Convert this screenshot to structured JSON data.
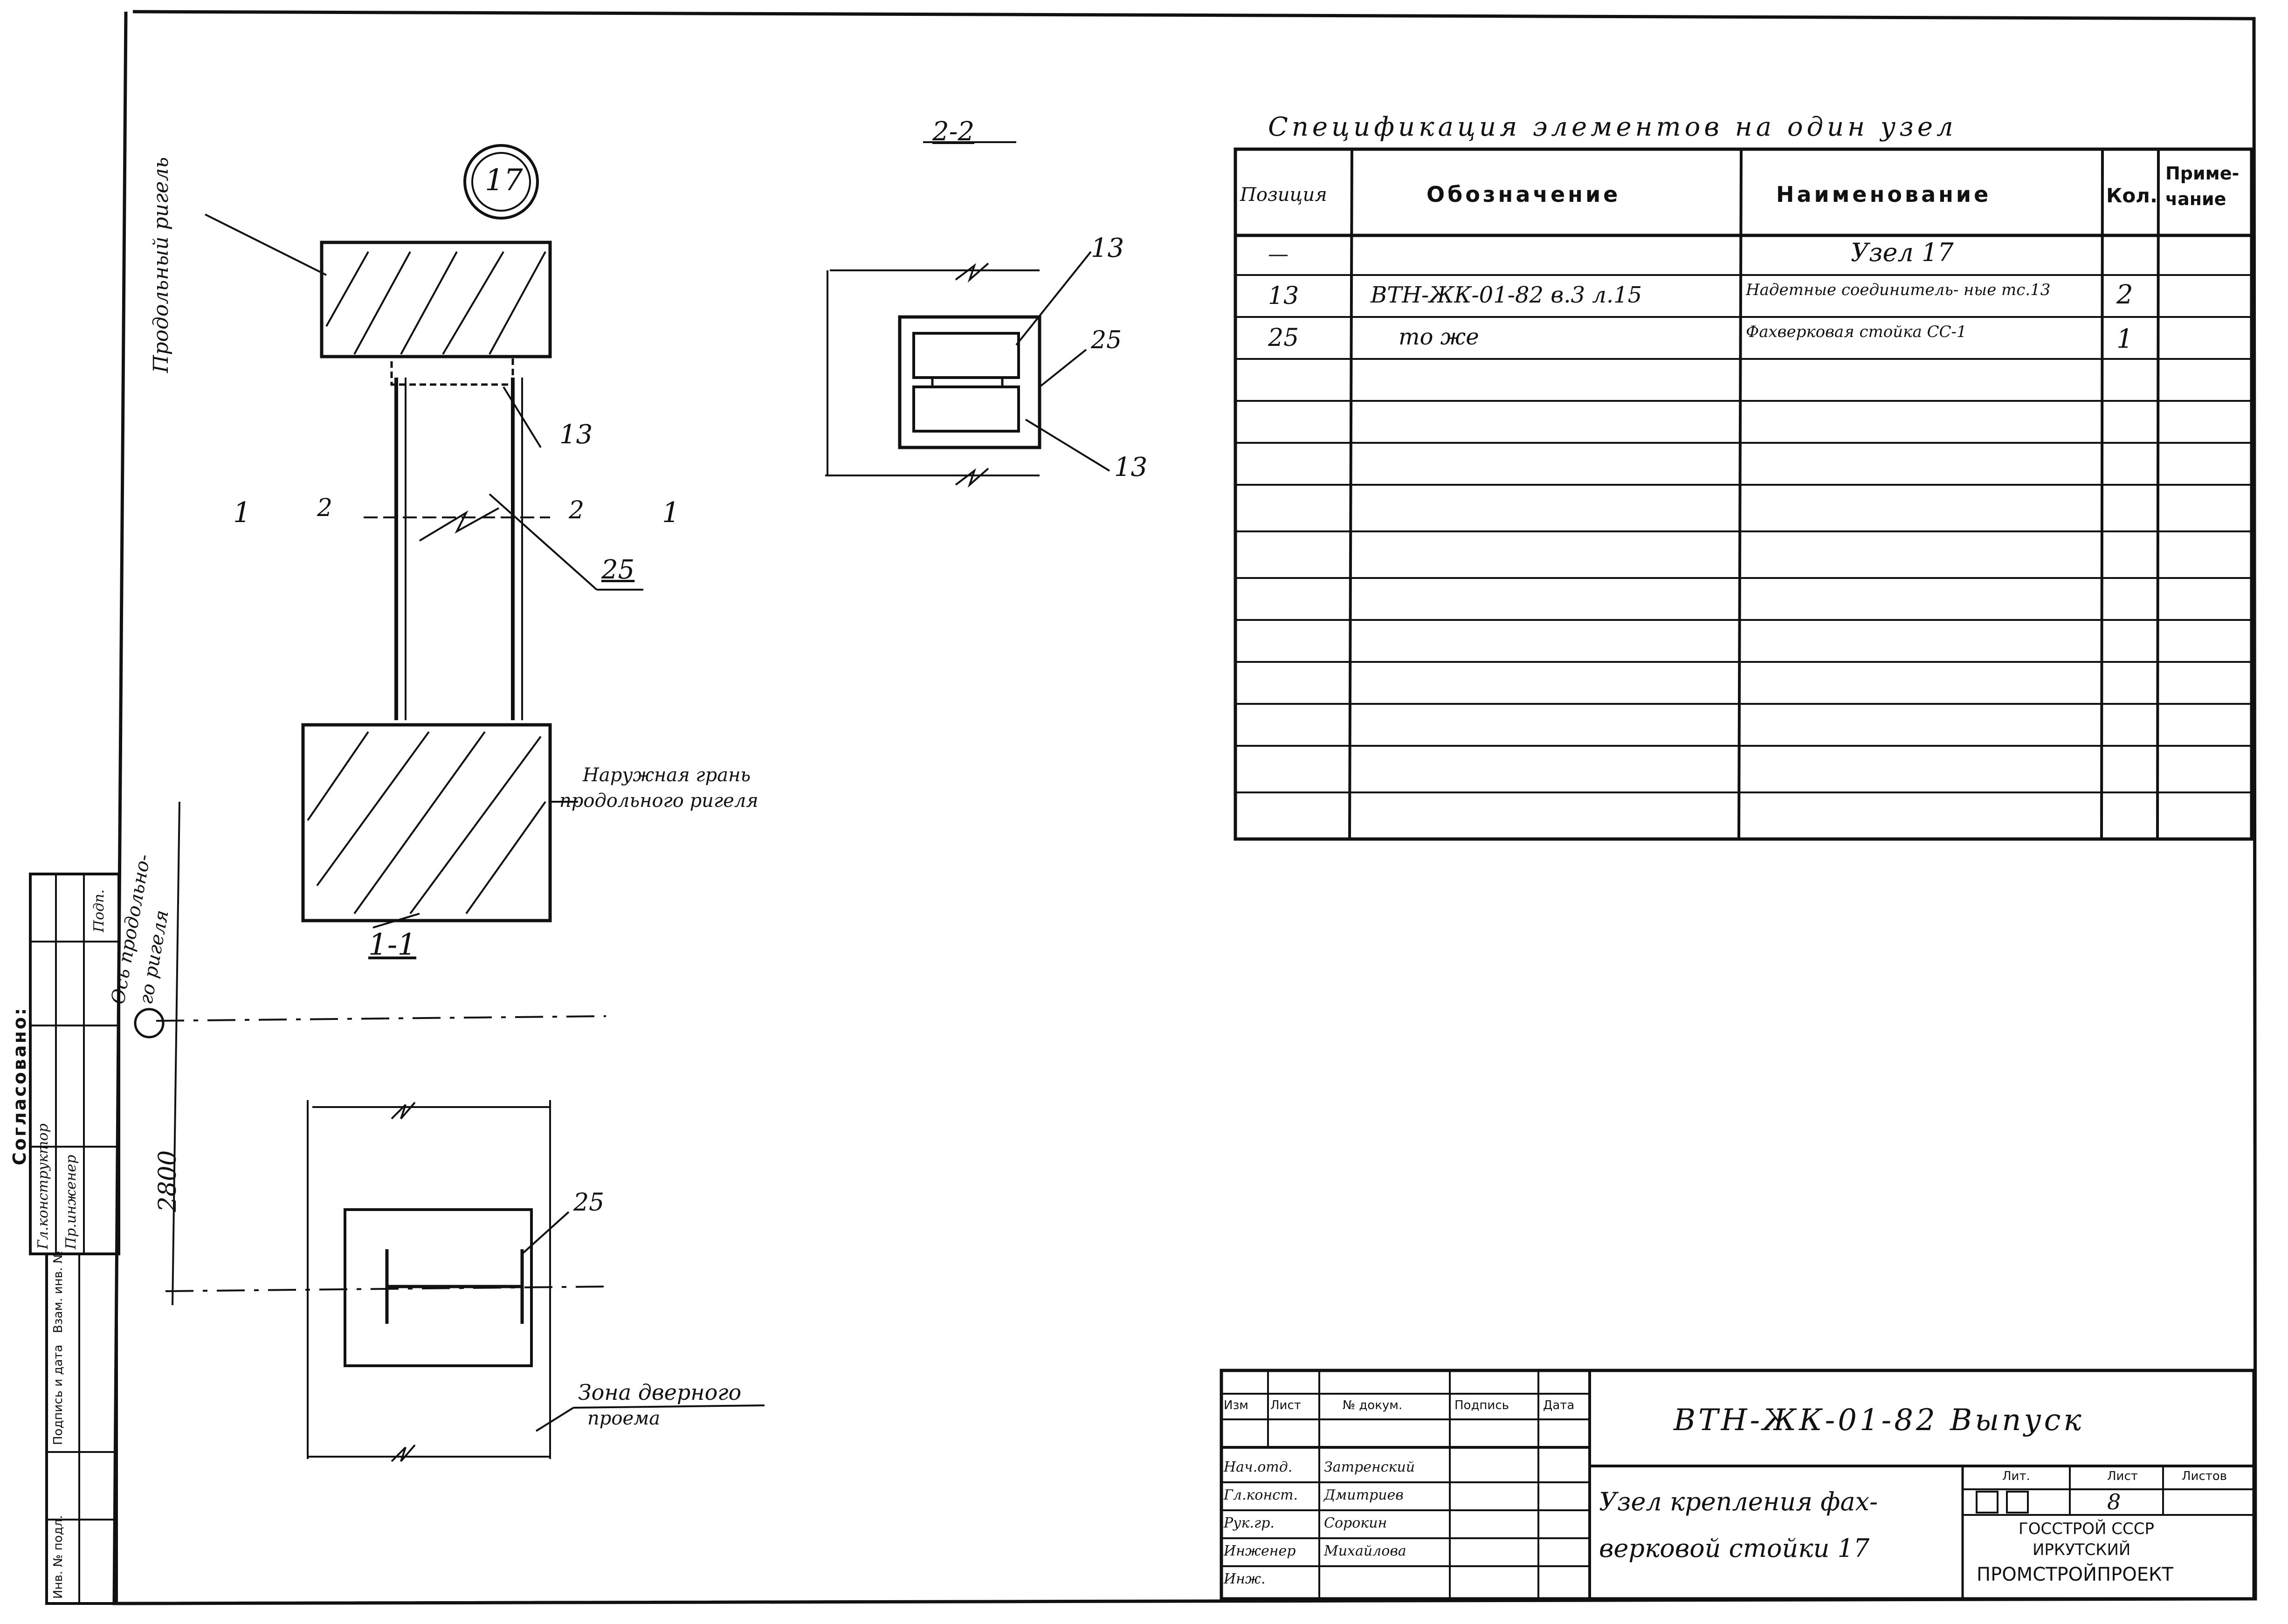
{
  "spec": {
    "title": "Спецификация элементов на один узел",
    "headers": {
      "pos": "Позиция",
      "oboz": "Обозначение",
      "naim": "Наименование",
      "kol": "Кол.",
      "prim1": "Приме-",
      "prim2": "чание"
    },
    "rows": [
      {
        "pos": "—",
        "oboz": "",
        "naim": "Узел 17",
        "kol": "",
        "prim": ""
      },
      {
        "pos": "13",
        "oboz": "ВТН-ЖК-01-82 в.3 л.15",
        "naim": "Надетные соединитель- ные тс.13",
        "kol": "2",
        "prim": ""
      },
      {
        "pos": "25",
        "oboz": "то же",
        "naim": "Фахверковая стойка СС-1",
        "kol": "1",
        "prim": ""
      }
    ]
  },
  "drawing": {
    "node_number": "17",
    "section_11": "1-1",
    "section_22": "2-2",
    "label_rigel": "Продольный ригель",
    "label_outer_face_1": "Наружная грань",
    "label_outer_face_2": "продольного ригеля",
    "label_axis_1": "Ось продольно-",
    "label_axis_2": "го ригеля",
    "label_door_1": "Зона дверного",
    "label_door_2": "проема",
    "dim_2800": "2800",
    "callout_13": "13",
    "callout_25": "25",
    "cut_1": "1",
    "cut_2": "2"
  },
  "side_stamp": {
    "agreed": "Согласовано:",
    "dept_1": "Гл.конструктор",
    "dept_2": "Пр.инженер",
    "dept_3": "Подп.",
    "inv_1": "Инв. № подл.",
    "inv_2": "Подпись и дата",
    "inv_3": "Взам. инв. №"
  },
  "title_block": {
    "doc_code": "ВТН-ЖК-01-82 Выпуск",
    "col_izm": "Изм",
    "col_list": "Лист",
    "col_ndoc": "№ докум.",
    "col_podp": "Подпись",
    "col_data": "Дата",
    "persons": [
      {
        "role": "Нач.отд.",
        "name": "Затренский"
      },
      {
        "role": "Гл.конст.",
        "name": "Дмитриев"
      },
      {
        "role": "Рук.гр.",
        "name": "Сорокин"
      },
      {
        "role": "Инженер",
        "name": "Михайлова"
      },
      {
        "role": "Инж.",
        "name": ""
      }
    ],
    "title_1": "Узел крепления фах-",
    "title_2": "верковой стойки 17",
    "stage_label": "Лит.",
    "sheet_label": "Лист",
    "sheets_label": "Листов",
    "sheet_value": "8",
    "org_1": "ГОССТРОЙ СССР",
    "org_2": "ИРКУТСКИЙ",
    "org_3": "ПРОМСТРОЙПРОЕКТ"
  }
}
